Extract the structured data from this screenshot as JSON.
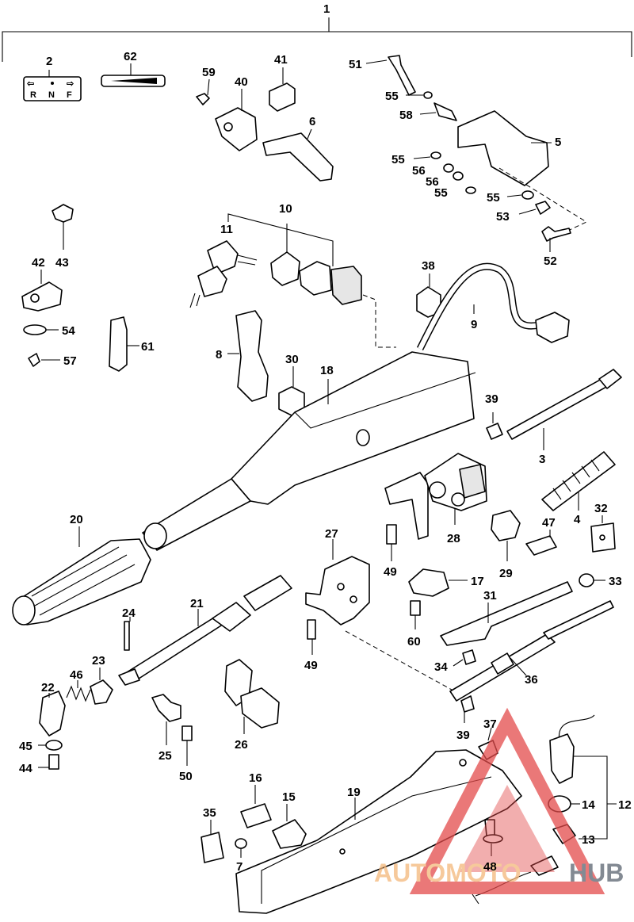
{
  "callouts": [
    "1",
    "2",
    "62",
    "59",
    "40",
    "41",
    "6",
    "51",
    "55",
    "58",
    "5",
    "55",
    "56",
    "56",
    "55",
    "55",
    "53",
    "52",
    "43",
    "42",
    "54",
    "57",
    "61",
    "11",
    "10",
    "38",
    "9",
    "8",
    "30",
    "18",
    "39",
    "3",
    "4",
    "32",
    "47",
    "33",
    "28",
    "29",
    "17",
    "31",
    "27",
    "49",
    "20",
    "21",
    "24",
    "23",
    "22",
    "46",
    "60",
    "49",
    "34",
    "36",
    "39",
    "37",
    "12",
    "14",
    "13",
    "26",
    "25",
    "50",
    "45",
    "44",
    "16",
    "15",
    "19",
    "35",
    "7",
    "48"
  ],
  "shift_plate": {
    "left_arrow": "⇦",
    "right_arrow": "⇨",
    "letters": [
      "R",
      "N",
      "F"
    ]
  },
  "watermark": {
    "part1": "AUTOMOTO",
    "part2": "HUB",
    "tri_color": "#e34b4b",
    "text_color": "#f4b77a",
    "hub_color": "#5a6470"
  }
}
